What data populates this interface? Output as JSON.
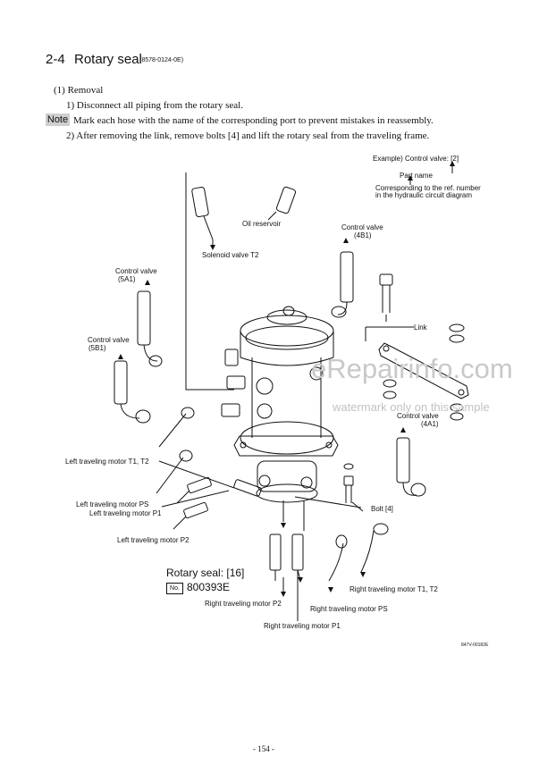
{
  "section": {
    "number": "2-4",
    "title": "Rotary seal",
    "code": "(8578-0124-0E)"
  },
  "steps": {
    "removal_heading": "(1) Removal",
    "step1": "1) Disconnect all piping from the rotary seal.",
    "note_label": "Note",
    "note_text": "Mark each hose with the name of the corresponding port to prevent mistakes in reassembly.",
    "step2": "2) After removing the link, remove bolts [4] and lift the rotary seal from the traveling frame."
  },
  "legend": {
    "example": "Example) Control valve: [2]",
    "part_name": "Part name",
    "ref_line1": "Corresponding to the ref. number",
    "ref_line2": "in the hydraulic circuit diagram"
  },
  "labels": {
    "oil_reservoir": "Oil reservoir",
    "solenoid_valve_t2": "Solenoid valve T2",
    "control_valve_4b1_line1": "Control valve",
    "control_valve_4b1_line2": "(4B1)",
    "control_valve_5a1_line1": "Control valve",
    "control_valve_5a1_line2": "(5A1)",
    "control_valve_5b1_line1": "Control valve",
    "control_valve_5b1_line2": "(5B1)",
    "link": "Link",
    "control_valve_4a1_line1": "Control valve",
    "control_valve_4a1_line2": "(4A1)",
    "left_motor_t1_t2": "Left traveling motor T1, T2",
    "left_motor_ps": "Left traveling motor PS",
    "left_motor_p1": "Left traveling motor P1",
    "left_motor_p2": "Left traveling motor P2",
    "bolt_4": "Bolt [4]",
    "right_motor_t1_t2": "Right traveling motor T1, T2",
    "right_motor_p2": "Right traveling motor P2",
    "right_motor_ps": "Right traveling motor PS",
    "right_motor_p1": "Right traveling motor P1"
  },
  "part_info": {
    "name": "Rotary seal: [16]",
    "no_label": "No.",
    "number": "800393E"
  },
  "figure_code": "847V-00182E",
  "page_number": "- 154 -",
  "watermark": {
    "big": "eRepairinfo.com",
    "small": "watermark only on this sample"
  }
}
